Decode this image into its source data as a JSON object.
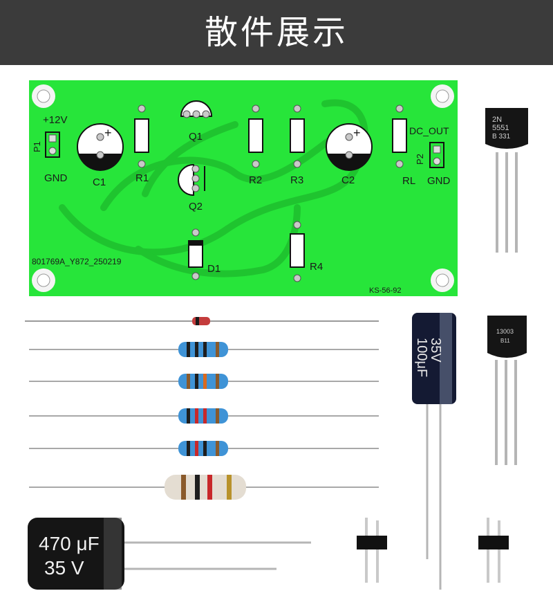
{
  "header": {
    "title": "散件展示"
  },
  "pcb": {
    "color": "#27e53a",
    "labels": {
      "p1": "P1",
      "plus12v": "+12V",
      "gnd_left": "GND",
      "c1": "C1",
      "r1": "R1",
      "q1": "Q1",
      "q2": "Q2",
      "r2": "R2",
      "r3": "R3",
      "c2": "C2",
      "rl": "RL",
      "dc_out": "DC_OUT",
      "p2": "P2",
      "gnd_right": "GND",
      "d1": "D1",
      "r4": "R4",
      "board_id": "801769A_Y872_250219",
      "board_code": "KS-56-92",
      "plus_c1": "+",
      "plus_c2": "+"
    }
  },
  "parts": {
    "transistor_a": {
      "line1": "2N",
      "line2": "5551",
      "line3": "B  331"
    },
    "transistor_b": {
      "line1": "13003",
      "line2": "B11"
    },
    "cap_small": {
      "line1": "100μF",
      "line2": "35V"
    },
    "cap_large": {
      "line1": "470 μF",
      "line2": "35  V"
    }
  }
}
